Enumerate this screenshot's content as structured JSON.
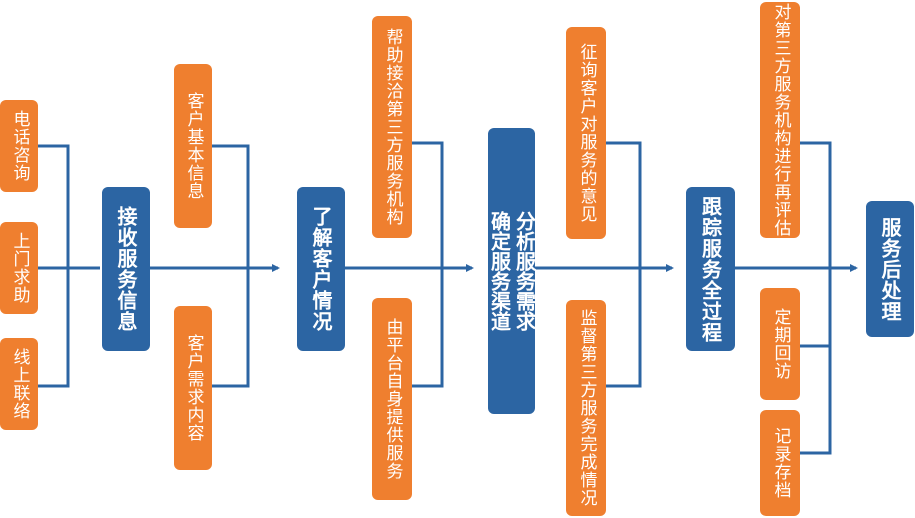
{
  "sources": [
    "电话咨询",
    "上门求助",
    "线上联络"
  ],
  "steps": [
    {
      "label": "接收服务信息"
    },
    {
      "label": "了解客户情况"
    },
    {
      "label": "分析服务需求\n确定服务渠道"
    },
    {
      "label": "跟踪服务全过程"
    },
    {
      "label": "服务后处理"
    }
  ],
  "branches": {
    "b1_top": "客户基本信息",
    "b1_bottom": "客户需求内容",
    "b2_top": "帮助接洽第三方服务机构",
    "b2_bottom": "由平台自身提供服务",
    "b3_top": "征询客户对服务的意见",
    "b3_bottom": "监督第三方服务完成情况",
    "b4_top": "对第三方服务机构进行再评估",
    "b4_mid": "定期回访",
    "b4_bottom": "记录存档"
  },
  "colors": {
    "orange": "#ef7f2f",
    "blue": "#2c65a3",
    "line": "#2c65a3"
  }
}
